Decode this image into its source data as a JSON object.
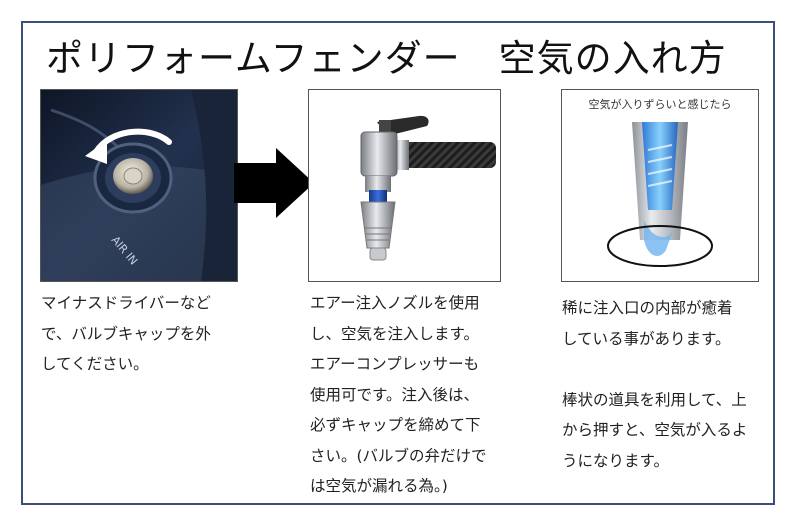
{
  "title": "ポリフォームフェンダー　空気の入れ方",
  "colors": {
    "frame": "#3b4f7a",
    "arrow": "#000000",
    "tube_blue": "#2a7fe0",
    "pump_blue": "#1f4fb0"
  },
  "steps": [
    {
      "image_icon": "valve-cap-removal-photo",
      "image_marking": "AIR IN",
      "lines": [
        "マイナスドライバーなど",
        "で、バルブキャップを外",
        "してください。"
      ]
    },
    {
      "image_icon": "air-pump-nozzle-photo",
      "lines": [
        "エアー注入ノズルを使用",
        "し、空気を注入します。",
        "エアーコンプレッサーも",
        "使用可です。注入後は、",
        "必ずキャップを締めて下",
        "さい。(バルブの弁だけで",
        "は空気が漏れる為。)"
      ]
    },
    {
      "image_icon": "valve-inner-stuck-photo",
      "image_caption": "空気が入りずらいと感じたら",
      "lines_a": [
        "稀に注入口の内部が癒着",
        "している事があります。"
      ],
      "lines_b": [
        "棒状の道具を利用して、上",
        "から押すと、空気が入るよ",
        "うになります。"
      ]
    }
  ]
}
